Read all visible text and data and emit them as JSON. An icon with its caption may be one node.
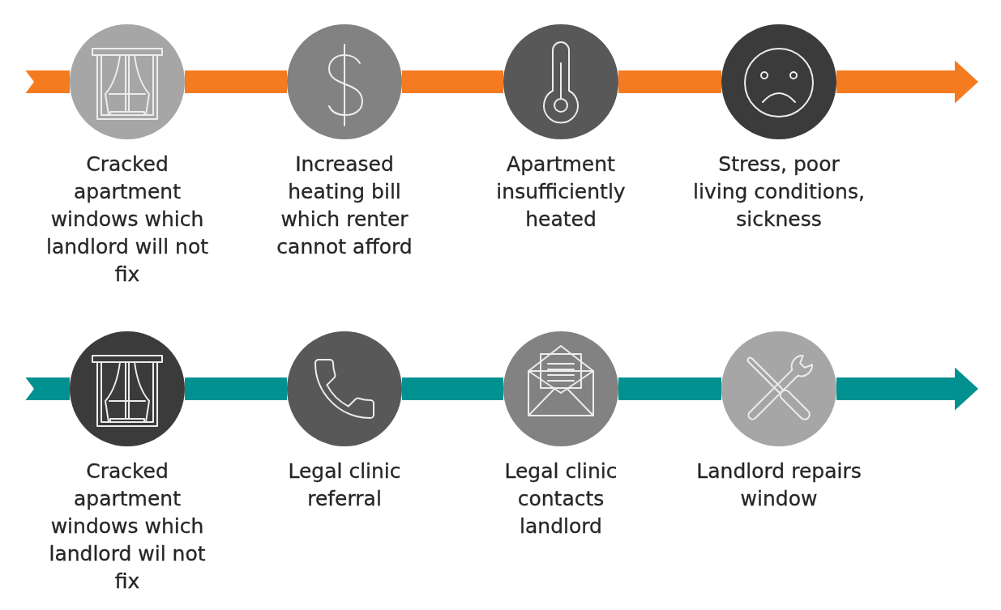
{
  "diagram": {
    "nodes": [
      {
        "text": [
          "Cracked apartment windows which landlord will not fix"
        ]
      },
      {
        "text": [
          "Increased heating bill which renter cannot afford"
        ]
      },
      {
        "text": [
          "Apartment insufficiently heated"
        ]
      },
      {
        "text": [
          "Stress, poor living conditions, sickness"
        ]
      },
      {
        "text": [
          "Cracked apartment windows which landlord wil not fix"
        ]
      },
      {
        "text": [
          "Legal clinic referral"
        ]
      },
      {
        "text": [
          "Legal clinic contacts landlord"
        ]
      },
      {
        "text": [
          "Landlord repairs window"
        ]
      }
    ],
    "edges": [
      {
        "from": null,
        "to": 0,
        "arrow": "none",
        "color": "#f47b20"
      },
      {
        "from": 0,
        "to": 1,
        "arrow": "none",
        "color": "#f47b20"
      },
      {
        "from": 1,
        "to": 2,
        "arrow": "none",
        "color": "#f47b20"
      },
      {
        "from": 2,
        "to": 3,
        "arrow": "none",
        "color": "#f47b20"
      },
      {
        "from": 3,
        "to": null,
        "arrow": "to",
        "color": "#f47b20"
      },
      {
        "from": null,
        "to": 4,
        "arrow": "none",
        "color": "#009190"
      },
      {
        "from": 4,
        "to": 5,
        "arrow": "none",
        "color": "#009190"
      },
      {
        "from": 5,
        "to": 6,
        "arrow": "none",
        "color": "#009190"
      },
      {
        "from": 6,
        "to": 7,
        "arrow": "none",
        "color": "#009190"
      },
      {
        "from": 7,
        "to": null,
        "arrow": "to",
        "color": "#009190"
      }
    ]
  }
}
